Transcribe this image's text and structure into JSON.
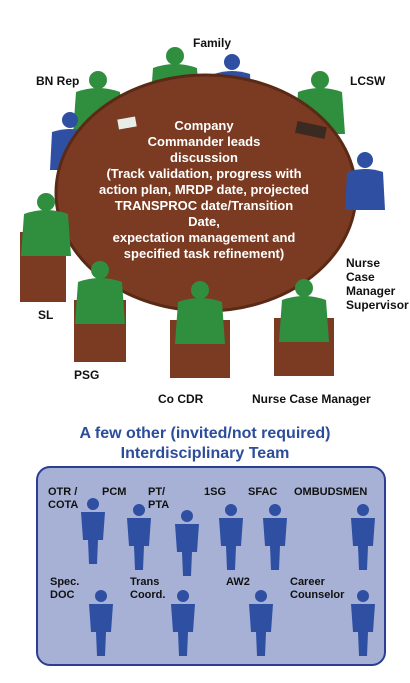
{
  "meeting": {
    "table_text": "Company\nCommander leads\ndiscussion\n(Track validation, progress with\naction plan, MRDP date, projected\nTRANSPROC date/Transition Date,\nexpectation management and\nspecified task refinement)",
    "labels": {
      "family": "Family",
      "bn_rep": "BN Rep",
      "lcsw": "LCSW",
      "nurse_case_manager_supervisor": "Nurse\nCase\nManager\nSupervisor",
      "sl": "SL",
      "psg": "PSG",
      "co_cdr": "Co CDR",
      "nurse_case_manager": "Nurse Case Manager"
    }
  },
  "team": {
    "heading": "A few other (invited/not required)\nInterdisciplinary Team",
    "members": [
      "OTR /\nCOTA",
      "PCM",
      "PT/\nPTA",
      "1SG",
      "SFAC",
      "OMBUDSMEN",
      "Spec.\nDOC",
      "Trans\nCoord.",
      "AW2",
      "Career\nCounselor"
    ]
  },
  "colors": {
    "table": "#7a3b22",
    "green_figures": "#2f8f3e",
    "blue_figures": "#2f4fa3",
    "heading_text": "#2b4d9a",
    "team_box_fill": "#a7b1d6",
    "team_box_border": "#2b3f92"
  }
}
